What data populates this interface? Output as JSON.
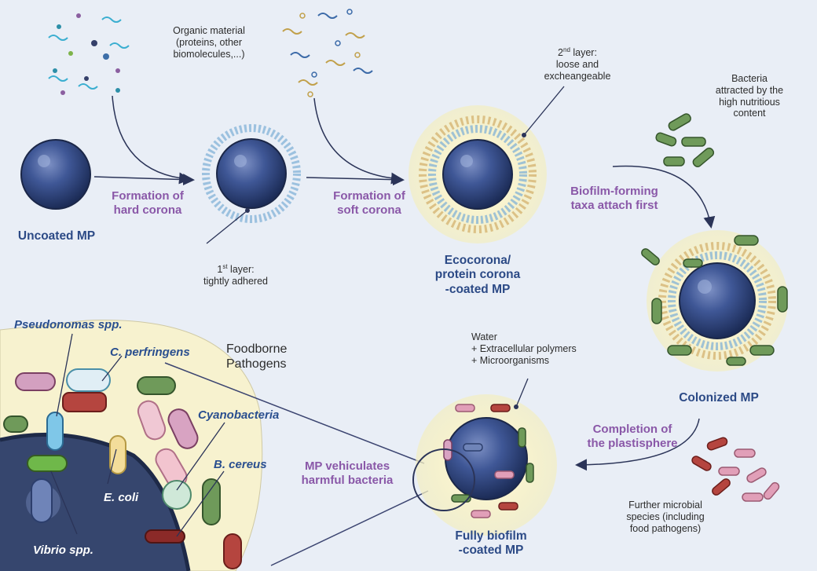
{
  "labels": {
    "organic_material": "Organic material\n(proteins, other\nbiomolecules,...)",
    "uncoated_mp": "Uncoated MP",
    "formation_hard": "Formation of\nhard corona",
    "first_layer_sup": "st",
    "first_layer_num": "1",
    "first_layer_word": " layer:",
    "first_layer_desc": "tightly adhered",
    "formation_soft": "Formation of\nsoft corona",
    "second_layer_num": "2",
    "second_layer_sup": "nd",
    "second_layer_word": " layer:",
    "second_layer_desc": "loose and\nexcheangeable",
    "ecocorona": "Ecocorona/\nprotein corona\n-coated MP",
    "bacteria_attracted": "Bacteria\nattracted by the\nhigh nutritious\ncontent",
    "biofilm_forming": "Biofilm-forming\ntaxa attach first",
    "colonized_mp": "Colonized MP",
    "completion": "Completion of\nthe plastisphere",
    "further_microbial": "Further microbial\nspecies (including\nfood pathogens)",
    "fully_biofilm": "Fully biofilm\n-coated MP",
    "water": "Water\n+ Extracellular polymers\n+ Microorganisms",
    "mp_vehiculates": "MP vehiculates\nharmful bacteria",
    "foodborne": "Foodborne\nPathogens"
  },
  "pathogens": {
    "pseudonomas": "Pseudonomas spp.",
    "perfringens": "C. perfringens",
    "cyanobacteria": "Cyanobacteria",
    "cereus": "B. cereus",
    "ecoli": "E. coli",
    "vibrio": "Vibrio spp."
  },
  "colors": {
    "mp_sphere": "#3d5592",
    "label_blue": "#2c4a86",
    "label_purple": "#8a58a8",
    "corona_soft": "#f6f0c8",
    "bacteria_green": "#6f9a5a",
    "bacteria_red": "#b5453f",
    "bacteria_pink": "#d98fb2"
  }
}
